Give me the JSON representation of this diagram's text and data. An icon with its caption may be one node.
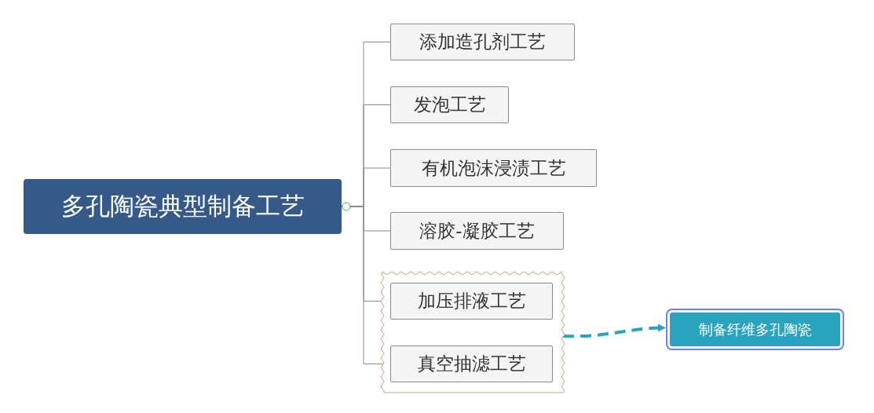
{
  "diagram": {
    "nodes": [
      {
        "text": [
          "多孔陶瓷典型制备工艺"
        ]
      },
      {
        "text": [
          "添加造孔剂工艺"
        ]
      },
      {
        "text": [
          "发泡工艺"
        ]
      },
      {
        "text": [
          "有机泡沫浸渍工艺"
        ]
      },
      {
        "text": [
          "溶胶-凝胶工艺"
        ]
      },
      {
        "text": [],
        "shape": "cloud"
      },
      {
        "text": [
          "加压排液工艺"
        ],
        "in": 5
      },
      {
        "text": [
          "真空抽滤工艺"
        ],
        "in": 5
      },
      {
        "text": [
          "制备纤维多孔陶瓷"
        ]
      }
    ],
    "edges": [
      {
        "from": 0,
        "to": 1,
        "arrow": "none"
      },
      {
        "from": 0,
        "to": 2,
        "arrow": "none"
      },
      {
        "from": 0,
        "to": 3,
        "arrow": "none"
      },
      {
        "from": 0,
        "to": 4,
        "arrow": "none"
      },
      {
        "from": 0,
        "to": 6,
        "arrow": "none"
      },
      {
        "from": 0,
        "to": 7,
        "arrow": "none"
      },
      {
        "from": 5,
        "to": 8,
        "arrow": "to",
        "style": "dashed",
        "color": "#2aa3bf"
      }
    ]
  }
}
